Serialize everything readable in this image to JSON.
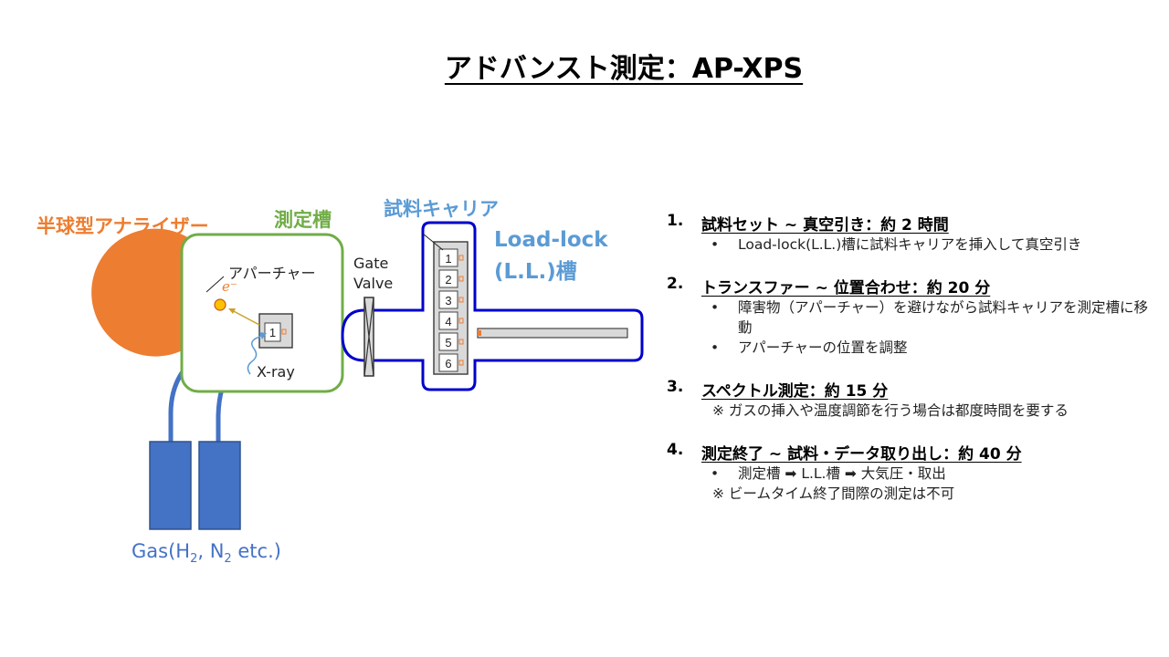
{
  "title": "アドバンスト測定：AP-XPS",
  "diagram": {
    "analyzer_label": "半球型アナライザー",
    "chamber_label": "測定槽",
    "carrier_label": "試料キャリア",
    "loadlock_label_1": "Load-lock",
    "loadlock_label_2": "(L.L.)槽",
    "aperture_label": "アパーチャー",
    "electron_label": "e⁻",
    "gate_valve_1": "Gate",
    "gate_valve_2": "Valve",
    "xray_label": "X-ray",
    "sample_label": "1",
    "carrier_slots": [
      "1",
      "2",
      "3",
      "4",
      "5",
      "6"
    ],
    "gas_prefix": "Gas(H",
    "gas_sub1": "2",
    "gas_mid": ", N",
    "gas_sub2": "2",
    "gas_suffix": " etc.)"
  },
  "steps": [
    {
      "num": "1.",
      "title": "試料セット ~ 真空引き：約 2 時間",
      "bullets": [
        "Load-lock(L.L.)槽に試料キャリアを挿入して真空引き"
      ],
      "notes": []
    },
    {
      "num": "2.",
      "title": "トランスファー ~ 位置合わせ：約 20 分",
      "bullets": [
        "障害物（アパーチャー）を避けながら試料キャリアを測定槽に移動",
        "アパーチャーの位置を調整"
      ],
      "notes": []
    },
    {
      "num": "3.",
      "title": "スペクトル測定：約 15 分",
      "bullets": [],
      "notes": [
        "※ ガスの挿入や温度調節を行う場合は都度時間を要する"
      ]
    },
    {
      "num": "4.",
      "title": "測定終了 ~ 試料・データ取り出し：約 40 分",
      "bullets": [
        "測定槽 ➡ L.L.槽 ➡ 大気圧・取出"
      ],
      "notes": [
        "※ ビームタイム終了間際の測定は不可"
      ]
    }
  ],
  "colors": {
    "analyzer": "#ed7d31",
    "chamber": "#70ad47",
    "loadlock": "#0000cc",
    "gas": "#4472c4",
    "carrier": "#5b9bd5"
  }
}
